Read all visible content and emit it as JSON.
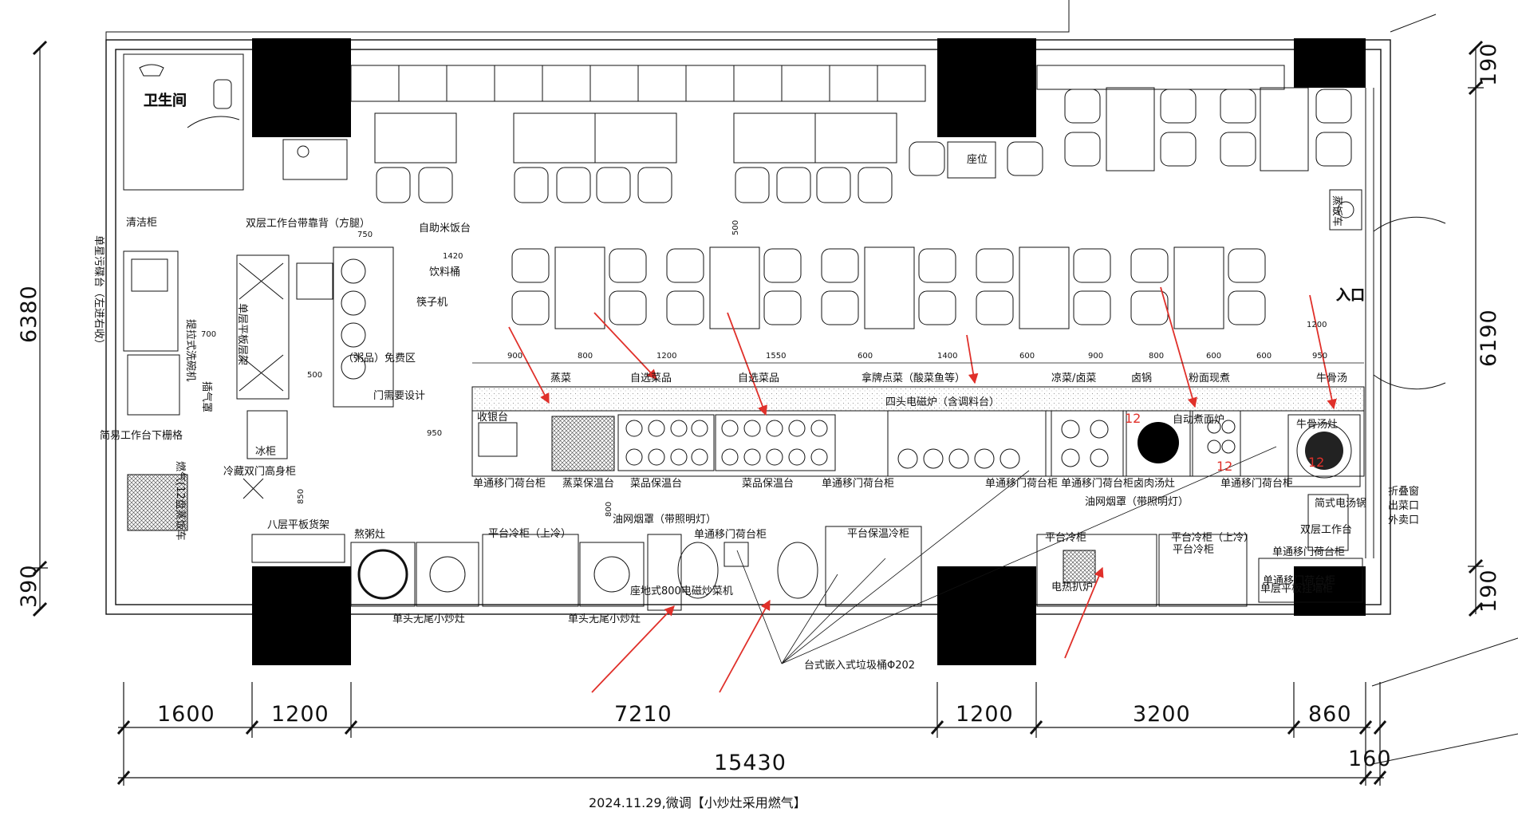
{
  "plan": {
    "caption": "2024.11.29,微调【小炒灶采用燃气】",
    "rooms": {
      "toilet": "卫生间",
      "entrance": "入口",
      "seat": "座位"
    },
    "dims_h": [
      "1600",
      "1200",
      "7210",
      "1200",
      "3200",
      "860",
      "15430",
      "160"
    ],
    "dims_v_left": [
      "6380",
      "390"
    ],
    "dims_v_right": [
      "190",
      "6190",
      "190"
    ],
    "spacings": [
      "900",
      "800",
      "1200",
      "1550",
      "600",
      "1400",
      "600",
      "900",
      "800",
      "600",
      "600",
      "950"
    ],
    "small_dims": [
      "1420",
      "750",
      "700",
      "500",
      "950",
      "500",
      "850",
      "800",
      "1200"
    ],
    "stations": [
      "蒸菜",
      "自选菜品",
      "自选菜品",
      "拿牌点菜（酸菜鱼等）",
      "凉菜/卤菜",
      "卤锅",
      "粉面现煮",
      "牛骨汤"
    ],
    "labels": {
      "clean": "清洁柜",
      "dish_table": "单星污碟台（左进右收）",
      "double_bench": "双层工作台带靠背（方腿）",
      "rice": "自助米饭台",
      "drink": "饮料桶",
      "chopsticks": "筷子机",
      "free_zone": "（粥品）免费区",
      "door_note": "门需要设计",
      "tableware": "四头电磁炉（含调料台）",
      "cashier": "收银台",
      "cab1": "单通移门荷台柜",
      "steam_warm": "蒸菜保温台",
      "dish_warm1": "菜品保温台",
      "dish_warm2": "菜品保温台",
      "cab2": "单通移门荷台柜",
      "cab3": "单通移门荷台柜",
      "cab4": "单通移门荷台柜卤肉汤灶",
      "cab5": "单通移门荷台柜",
      "soup_stove": "牛骨汤灶",
      "hood1": "油网烟罩（带照明灯）",
      "hood2": "油网烟罩（带照明灯）",
      "cab6": "单通移门荷台柜",
      "sink_cab": "提拉式洗碗机",
      "shelf8": "八层平板货架",
      "porridge": "熬粥灶",
      "flat_fridge1": "平台冷柜（上冷）",
      "flat_fridge2": "平台冷柜（上冷）",
      "flat_fridge3": "平台冷柜",
      "flat_fridge4": "平台冷柜",
      "flat_fridge5": "平台保温冷柜",
      "induction": "座地式800电磁炒菜机",
      "single_stove1": "单头无尾小炒灶",
      "single_stove2": "单头无尾小炒灶",
      "trash": "台式嵌入式垃圾桶Φ202",
      "grill": "电热扒炉",
      "fold_window": "折叠窗",
      "pass_out": "出菜口",
      "pass_out2": "外卖口",
      "simple_bench": "简易工作台下栅格",
      "fridge_2door": "冷藏双门高身柜",
      "gas": "燃气(12盘蒸饭车",
      "sink2": "双层工作台",
      "cab7": "单通移门荷台柜",
      "cab8": "单通移门荷台柜",
      "exhaust": "插气罩",
      "dumpling": "自动煮面炉",
      "rice_cart": "蒸饭车",
      "ice": "冰柜",
      "marks": "12",
      "cab_shelf": "单层平板层架",
      "hot_cab": "单层平板挂墙柜",
      "electric_soup": "简式电汤锅"
    }
  }
}
